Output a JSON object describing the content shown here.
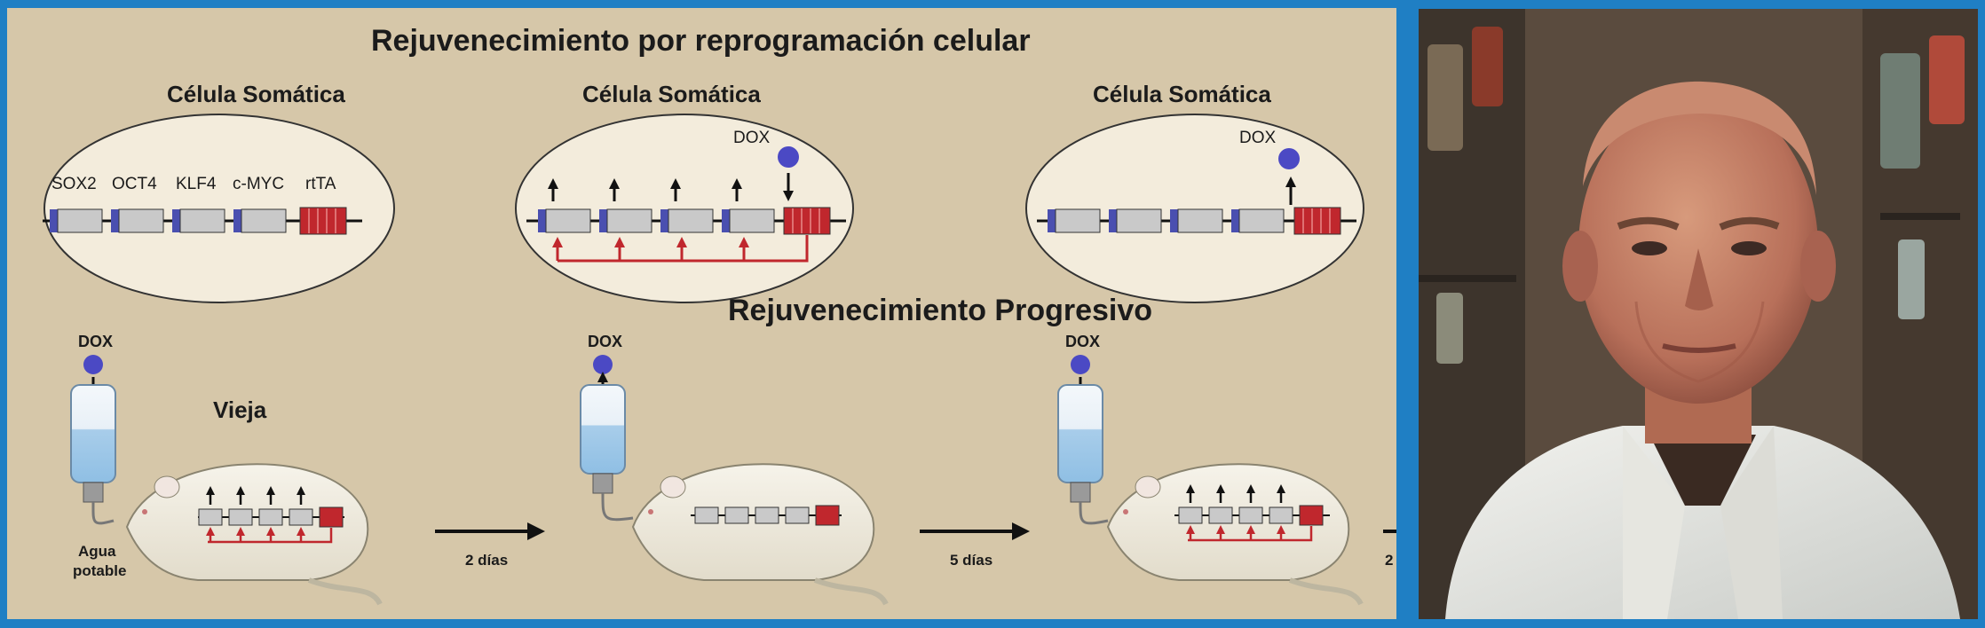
{
  "diagram": {
    "title": "Rejuvenecimiento por reprogramación celular",
    "cell_label": "Célula Somática",
    "genes": [
      "SOX2",
      "OCT4",
      "KLF4",
      "c-MYC",
      "rtTA"
    ],
    "dox": "DOX",
    "progressive_title": "Rejuvenecimiento Progresivo",
    "old_label": "Vieja",
    "water_label_line1": "Agua",
    "water_label_line2": "potable",
    "step1": "2 días",
    "step2": "5 días",
    "step3_partial": "2"
  },
  "colors": {
    "background": "#d6c7a9",
    "frame": "#1f7fc4",
    "gene_box": "#c9c9c9",
    "rtta_box": "#c0272d",
    "promoter": "#4a4fb0",
    "dox_dot": "#4b49c4",
    "arrow_red": "#c0272d"
  },
  "photo": {
    "alt": "portrait photo of a researcher in a lab coat"
  }
}
